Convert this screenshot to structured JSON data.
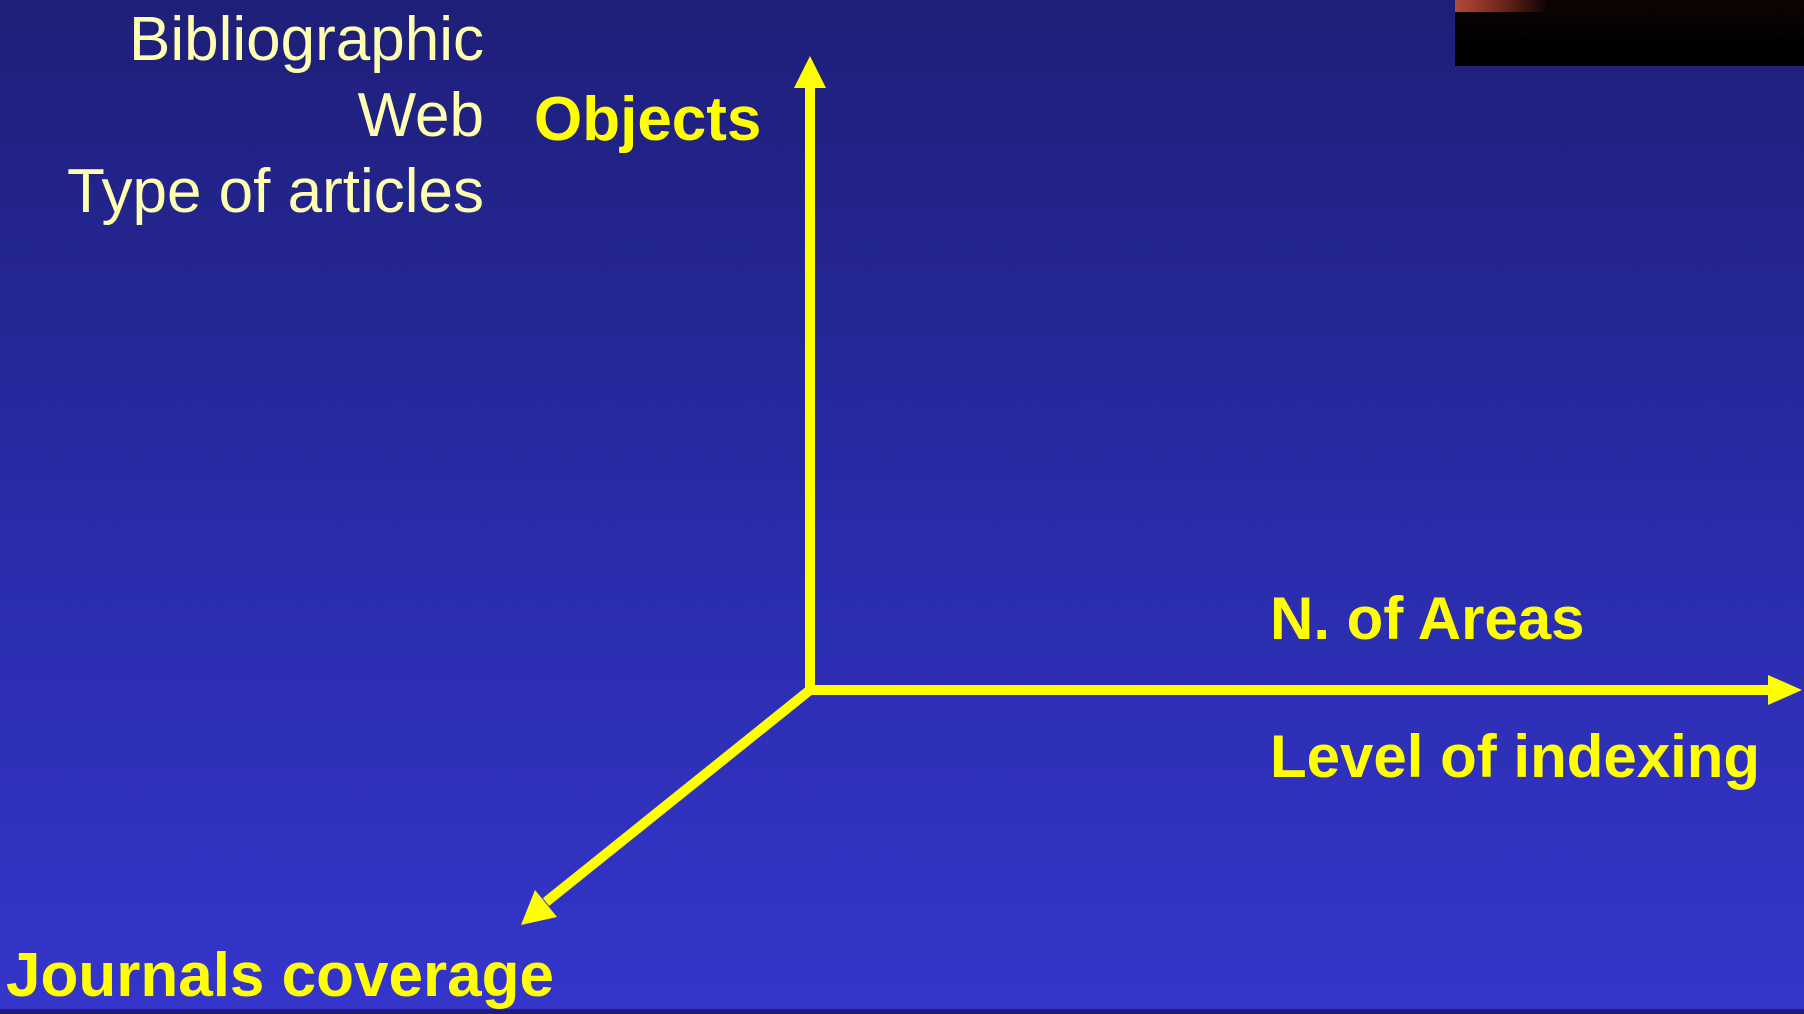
{
  "categories": [
    "Bibliographic",
    "Web",
    "Type of articles"
  ],
  "axes": {
    "vertical": "Objects",
    "horizontal_upper": "N. of Areas",
    "horizontal_lower": "Level of indexing",
    "diagonal": "Journals coverage"
  },
  "colors": {
    "axis": "#ffff00",
    "list_text": "#ffffb2",
    "background_top": "#1e1f78",
    "background_bottom": "#3535cb"
  }
}
